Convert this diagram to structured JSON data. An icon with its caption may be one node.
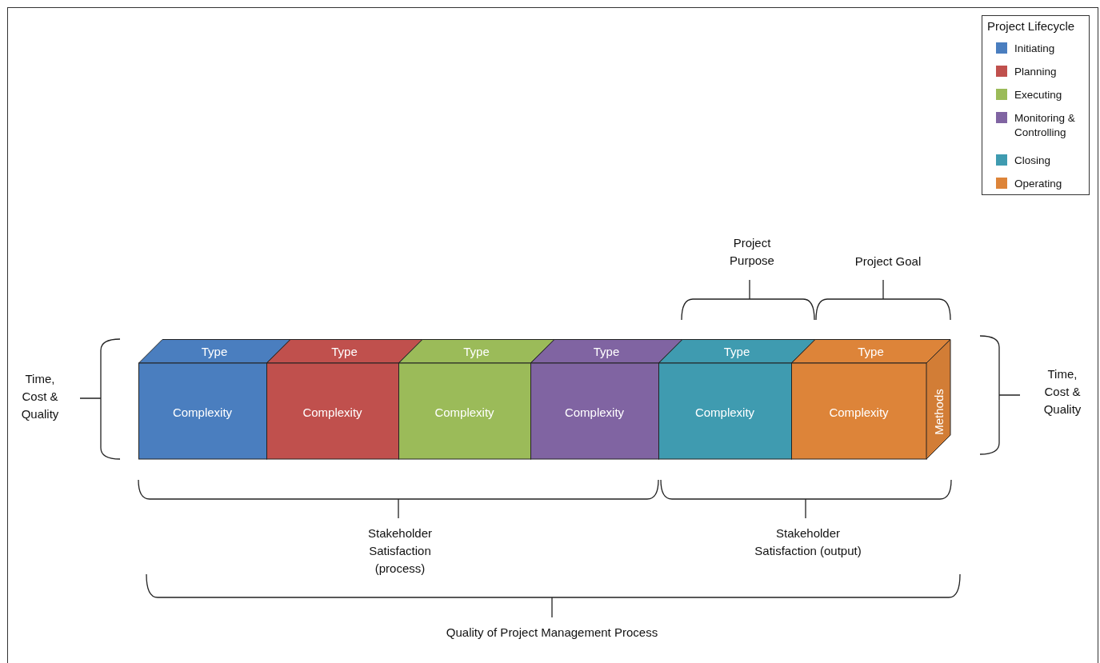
{
  "diagram": {
    "nodes": [
      {
        "text": [
          "Type",
          "Complexity"
        ]
      },
      {
        "text": [
          "Type",
          "Complexity"
        ]
      },
      {
        "text": [
          "Type",
          "Complexity"
        ]
      },
      {
        "text": [
          "Type",
          "Complexity"
        ]
      },
      {
        "text": [
          "Type",
          "Complexity"
        ]
      },
      {
        "text": [
          "Type",
          "Complexity",
          "Methods"
        ]
      }
    ],
    "edges": [],
    "labels": [
      "Project Lifecycle",
      "Project Purpose",
      "Project Goal",
      "Time, Cost & Quality",
      "Time, Cost & Quality",
      "Stakeholder Satisfaction (process)",
      "Stakeholder Satisfaction (output)",
      "Quality of Project Management Process"
    ],
    "legend": [
      {
        "text": "Initiating",
        "color": "#4a7ebf"
      },
      {
        "text": "Planning",
        "color": "#c0504d"
      },
      {
        "text": "Executing",
        "color": "#9bbb59"
      },
      {
        "text": "Monitoring & Controlling",
        "color": "#8064a2"
      },
      {
        "text": "Closing",
        "color": "#3f9bb0"
      },
      {
        "text": "Operating",
        "color": "#dd8439"
      }
    ]
  }
}
